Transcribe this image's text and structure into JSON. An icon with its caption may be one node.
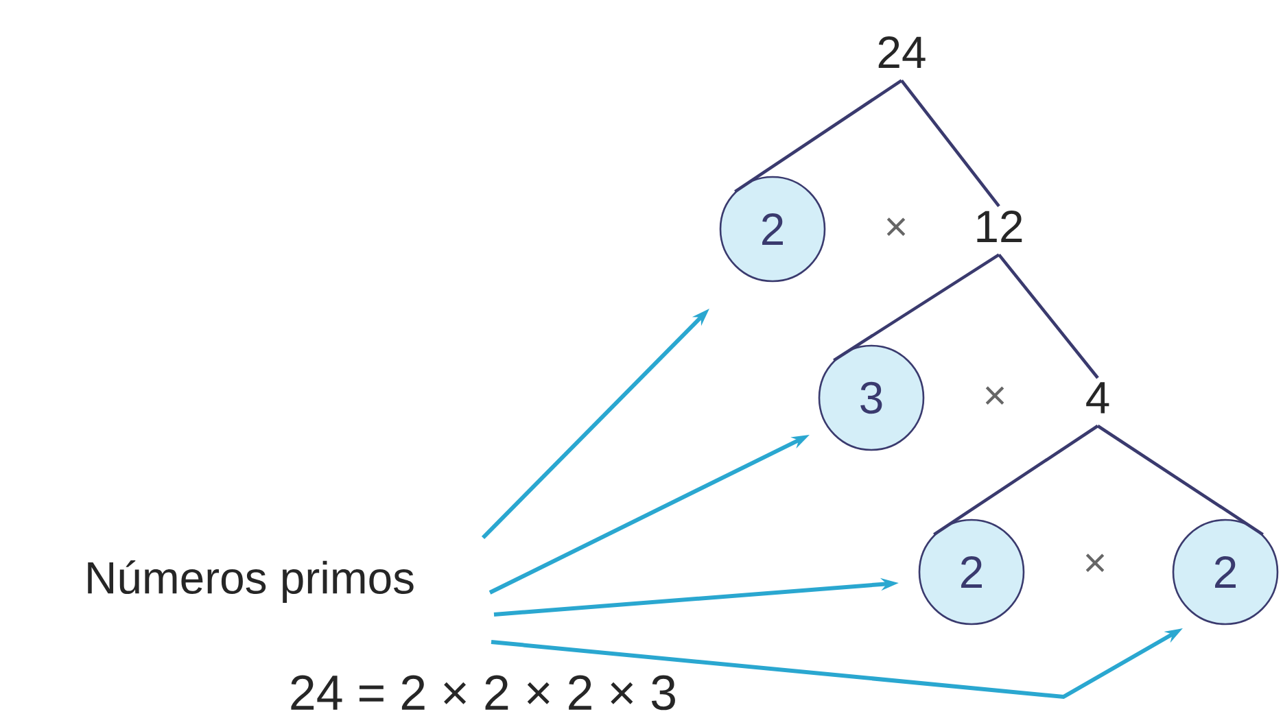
{
  "diagram": {
    "nodes": [
      {
        "text": [
          "24"
        ]
      },
      {
        "text": [
          "2"
        ]
      },
      {
        "text": [
          "12"
        ]
      },
      {
        "text": [
          "3"
        ]
      },
      {
        "text": [
          "4"
        ]
      },
      {
        "text": [
          "2"
        ]
      },
      {
        "text": [
          "2"
        ]
      },
      {
        "text": [
          "Números primos"
        ]
      }
    ],
    "edges": [
      {
        "from": 0,
        "to": 1,
        "arrow": "none"
      },
      {
        "from": 0,
        "to": 2,
        "arrow": "none"
      },
      {
        "from": 2,
        "to": 3,
        "arrow": "none"
      },
      {
        "from": 2,
        "to": 4,
        "arrow": "none"
      },
      {
        "from": 4,
        "to": 5,
        "arrow": "none"
      },
      {
        "from": 4,
        "to": 6,
        "arrow": "none"
      },
      {
        "from": 7,
        "to": 1,
        "arrow": "to",
        "color": "#2aa7d0"
      },
      {
        "from": 7,
        "to": 3,
        "arrow": "to",
        "color": "#2aa7d0"
      },
      {
        "from": 7,
        "to": 5,
        "arrow": "to",
        "color": "#2aa7d0"
      },
      {
        "from": 7,
        "to": 6,
        "arrow": "to",
        "color": "#2aa7d0"
      }
    ],
    "labels": [
      "×",
      "×",
      "×",
      "24 = 2 × 2 × 2 × 3"
    ]
  }
}
